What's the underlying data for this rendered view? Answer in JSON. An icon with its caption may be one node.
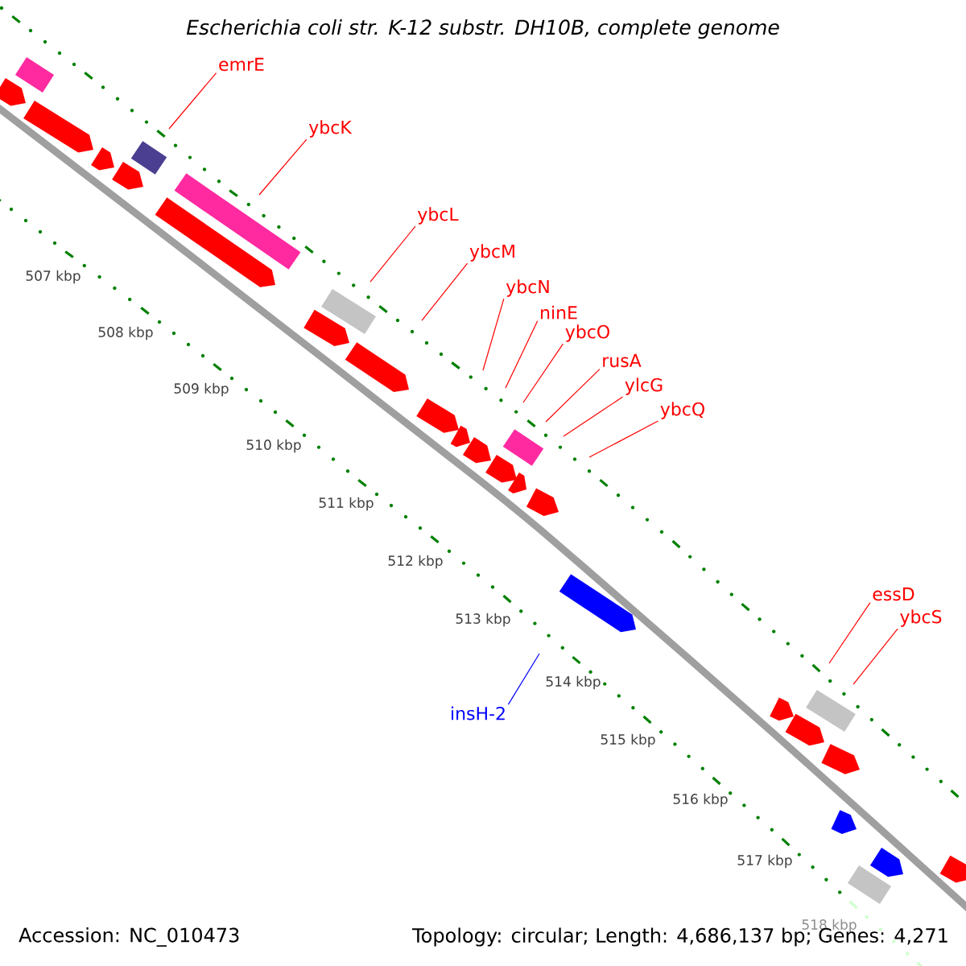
{
  "diagram": {
    "title": "Escherichia coli str. K-12 substr. DH10B, complete genome",
    "nodes": [
      {
        "text": [
          "emrE"
        ]
      },
      {
        "text": [
          "ybcK"
        ]
      },
      {
        "text": [
          "ybcL"
        ]
      },
      {
        "text": [
          "ybcM"
        ]
      },
      {
        "text": [
          "ybcN"
        ]
      },
      {
        "text": [
          "ninE"
        ]
      },
      {
        "text": [
          "ybcO"
        ]
      },
      {
        "text": [
          "rusA"
        ]
      },
      {
        "text": [
          "ylcG"
        ]
      },
      {
        "text": [
          "ybcQ"
        ]
      },
      {
        "text": [
          "essD"
        ]
      },
      {
        "text": [
          "ybcS"
        ]
      },
      {
        "text": [
          "insH-2"
        ]
      }
    ],
    "edges": [
      {
        "from": 0,
        "to": null,
        "arrow": "none"
      },
      {
        "from": 1,
        "to": null,
        "arrow": "none"
      },
      {
        "from": 2,
        "to": null,
        "arrow": "none"
      },
      {
        "from": 3,
        "to": null,
        "arrow": "none"
      },
      {
        "from": 4,
        "to": null,
        "arrow": "none"
      },
      {
        "from": 5,
        "to": null,
        "arrow": "none"
      },
      {
        "from": 6,
        "to": null,
        "arrow": "none"
      },
      {
        "from": 7,
        "to": null,
        "arrow": "none"
      },
      {
        "from": 8,
        "to": null,
        "arrow": "none"
      },
      {
        "from": 9,
        "to": null,
        "arrow": "none"
      },
      {
        "from": 10,
        "to": null,
        "arrow": "none"
      },
      {
        "from": 11,
        "to": null,
        "arrow": "none"
      },
      {
        "from": 12,
        "to": null,
        "arrow": "none",
        "color": "#0000ff"
      }
    ],
    "labels": [
      "507 kbp",
      "508 kbp",
      "509 kbp",
      "510 kbp",
      "511 kbp",
      "512 kbp",
      "513 kbp",
      "514 kbp",
      "515 kbp",
      "516 kbp",
      "517 kbp",
      "518 kbp",
      "Accession: NC_010473",
      "Topology: circular; Length: 4,686,137 bp; Genes: 4,271"
    ]
  }
}
